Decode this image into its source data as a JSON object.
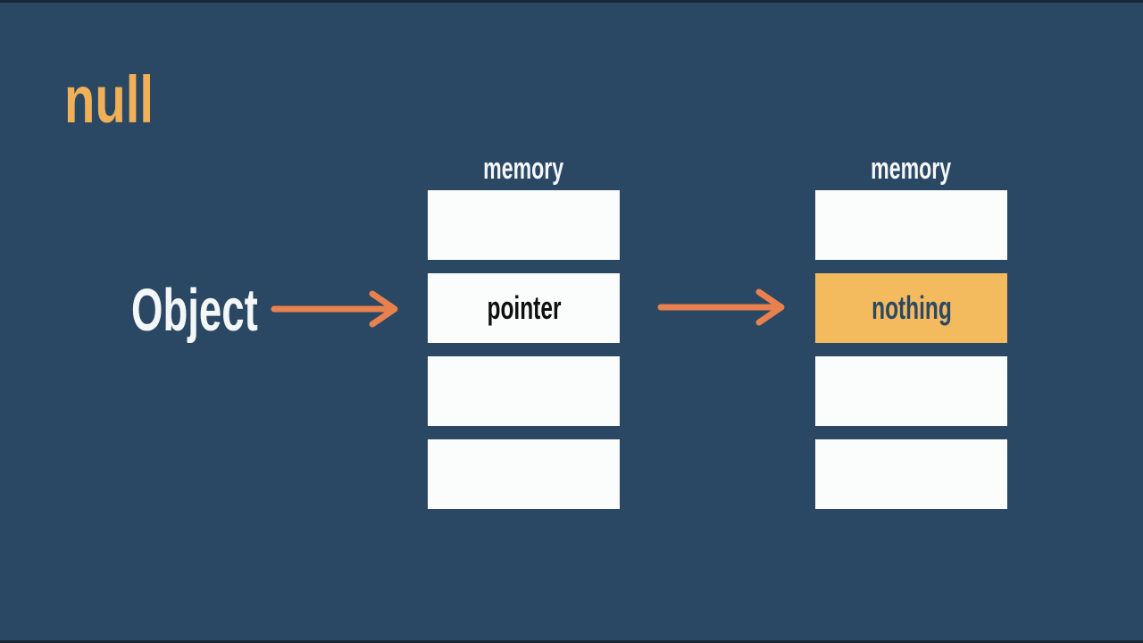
{
  "slide": {
    "title": "null",
    "object_label": "Object",
    "columns": [
      {
        "header": "memory",
        "cells": [
          "",
          "pointer",
          "",
          ""
        ],
        "highlight_index": null
      },
      {
        "header": "memory",
        "cells": [
          "",
          "nothing",
          "",
          ""
        ],
        "highlight_index": 1
      }
    ],
    "icons": [
      "arrow-right-icon",
      "arrow-right-icon"
    ],
    "colors": {
      "background": "#2a4763",
      "title": "#f0b058",
      "text_light": "#f4f7f8",
      "cell_fill": "#fbfcfc",
      "cell_text": "#101010",
      "highlight_fill": "#f4ba5e",
      "highlight_text": "#2b4964",
      "arrow": "#e8814d"
    }
  }
}
